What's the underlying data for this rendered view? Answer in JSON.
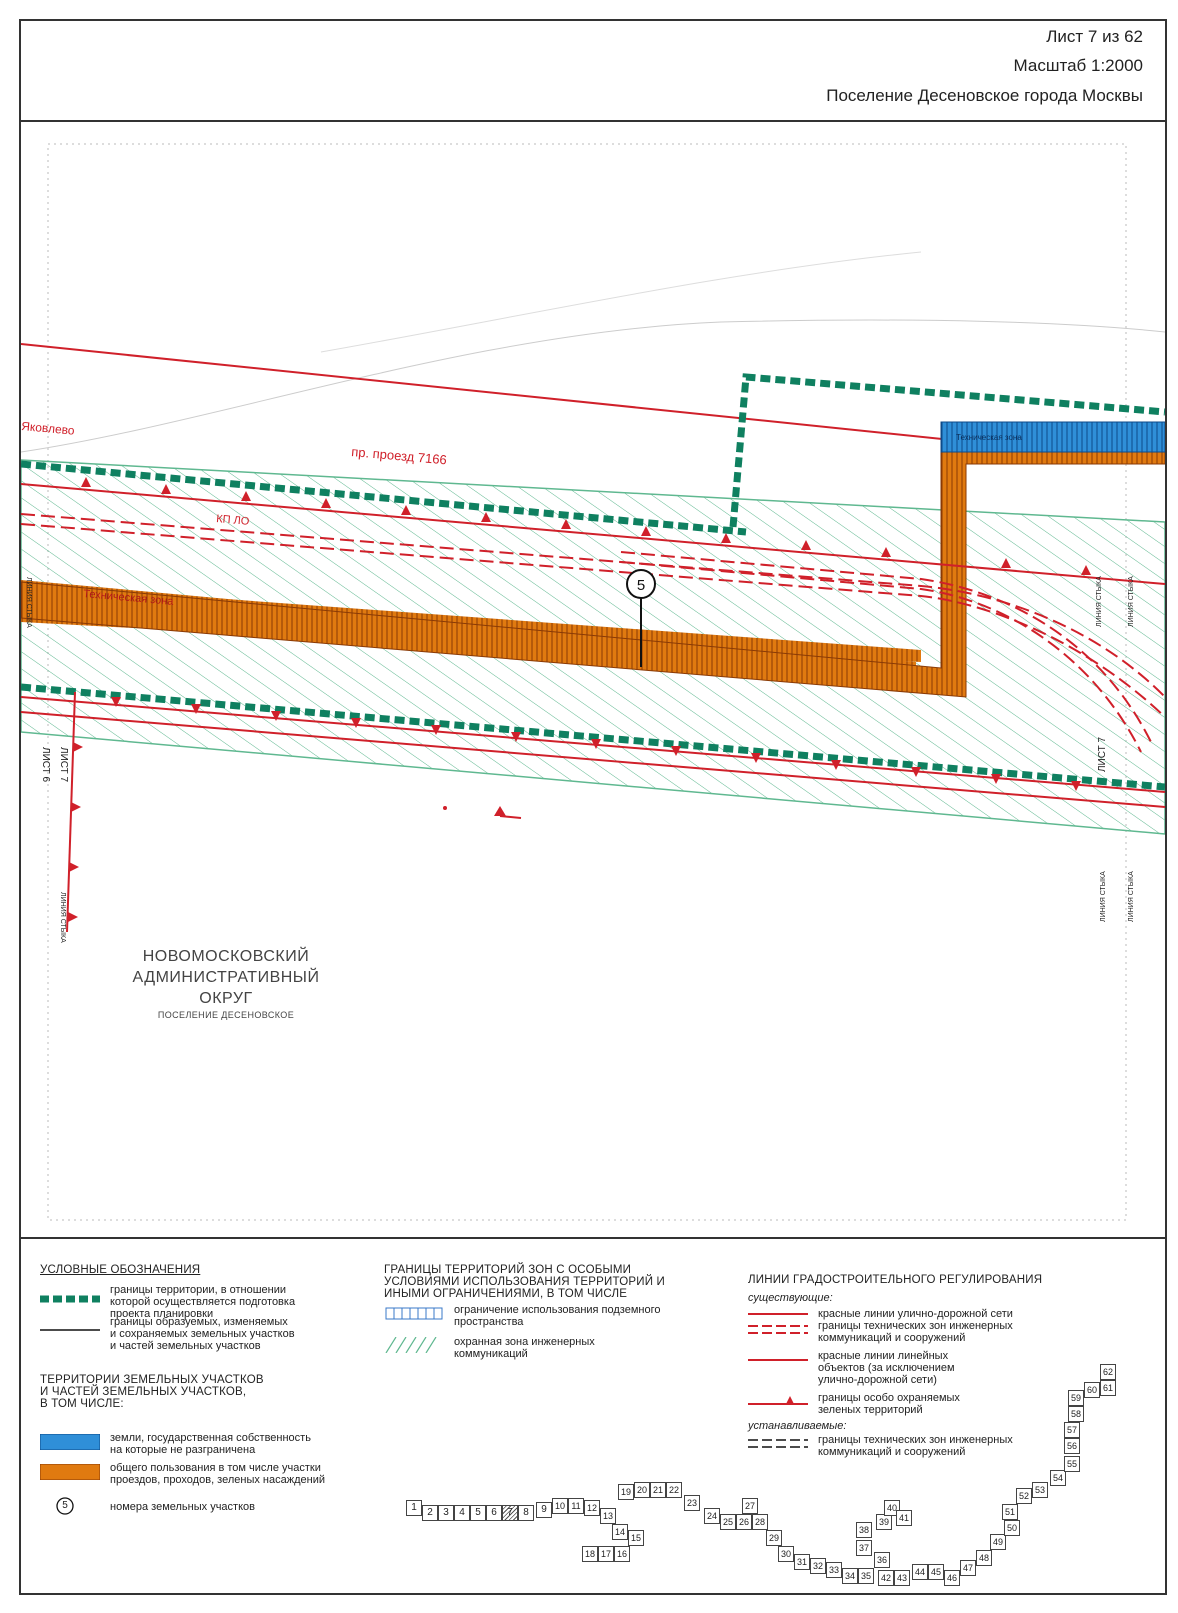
{
  "header": {
    "sheet": "Лист 7 из 62",
    "scale": "Масштаб 1:2000",
    "settlement": "Поселение Десеновское города Москвы"
  },
  "map": {
    "street_label": "пр. проезд 7166",
    "place_label": "Яковлево",
    "red_line_label": "КП ЛО",
    "plot_number": "5",
    "zone_label_orange": "Техническая зона",
    "zone_label_blue": "Техническая зона",
    "sheet_join_left_top": "ЛИСТ 7",
    "sheet_join_left_bottom": "ЛИСТ 6",
    "join_line_label": "ЛИНИЯ СТЫКА",
    "sheet_join_right": "ЛИСТ 7",
    "admin_district_line1": "НОВОМОСКОВСКИЙ",
    "admin_district_line2": "АДМИНИСТРАТИВНЫЙ",
    "admin_district_line3": "ОКРУГ",
    "admin_settlement": "ПОСЕЛЕНИЕ ДЕСЕНОВСКОЕ",
    "colors": {
      "red_line": "#d0202a",
      "green_boundary": "#0f8060",
      "orange_fill": "#e07a10",
      "blue_fill": "#2f8fd8",
      "hatch": "#5fb890"
    }
  },
  "legend": {
    "title": "УСЛОВНЫЕ ОБОЗНАЧЕНИЯ",
    "territory_boundary": [
      "границы территории, в отношении",
      "которой осуществляется подготовка",
      "проекта планировки"
    ],
    "plot_boundary": [
      "границы образуемых, изменяемых",
      "и сохраняемых земельных участков",
      "и частей земельных участков"
    ],
    "plots_heading": [
      "ТЕРРИТОРИИ ЗЕМЕЛЬНЫХ УЧАСТКОВ",
      "И ЧАСТЕЙ ЗЕМЕЛЬНЫХ УЧАСТКОВ,",
      "В ТОМ ЧИСЛЕ:"
    ],
    "state_land": [
      "земли, государственная собственность",
      "на которые не разграничена"
    ],
    "public_use": [
      "общего пользования в том числе участки",
      "проездов, проходов, зеленых насаждений"
    ],
    "plot_numbers": "номера земельных участков",
    "plot_numbers_sample": "5",
    "zones_heading": [
      "ГРАНИЦЫ ТЕРРИТОРИЙ ЗОН С ОСОБЫМИ",
      "УСЛОВИЯМИ ИСПОЛЬЗОВАНИЯ ТЕРРИТОРИЙ И",
      "ИНЫМИ ОГРАНИЧЕНИЯМИ, В ТОМ ЧИСЛЕ"
    ],
    "underground": [
      "ограничение использования подземного",
      "пространства"
    ],
    "security_zone": [
      "охранная зона инженерных",
      "коммуникаций"
    ],
    "lines_heading": "ЛИНИИ ГРАДОСТРОИТЕЛЬНОГО РЕГУЛИРОВАНИЯ",
    "existing": "существующие:",
    "red_lines_road": "красные линии улично-дорожной сети",
    "tech_zones": [
      "границы технических зон инженерных",
      "коммуникаций и сооружений"
    ],
    "red_lines_linear": [
      "красные линии линейных",
      "объектов (за исключением",
      "улично-дорожной сети)"
    ],
    "green_territories": [
      "границы особо охраняемых",
      "зеленых территорий"
    ],
    "established": "устанавливаемые:",
    "tech_zones_new": [
      "границы технических зон инженерных",
      "коммуникаций и сооружений"
    ]
  },
  "index_map": {
    "sheets": [
      "1",
      "2",
      "3",
      "4",
      "5",
      "6",
      "7",
      "8",
      "9",
      "10",
      "11",
      "12",
      "13",
      "14",
      "15",
      "16",
      "17",
      "18",
      "19",
      "20",
      "21",
      "22",
      "23",
      "24",
      "25",
      "26",
      "27",
      "28",
      "29",
      "30",
      "31",
      "32",
      "33",
      "34",
      "35",
      "36",
      "37",
      "38",
      "39",
      "40",
      "41",
      "42",
      "43",
      "44",
      "45",
      "46",
      "47",
      "48",
      "49",
      "50",
      "51",
      "52",
      "53",
      "54",
      "55",
      "56",
      "57",
      "58",
      "59",
      "60",
      "61",
      "62"
    ],
    "current": "7"
  }
}
